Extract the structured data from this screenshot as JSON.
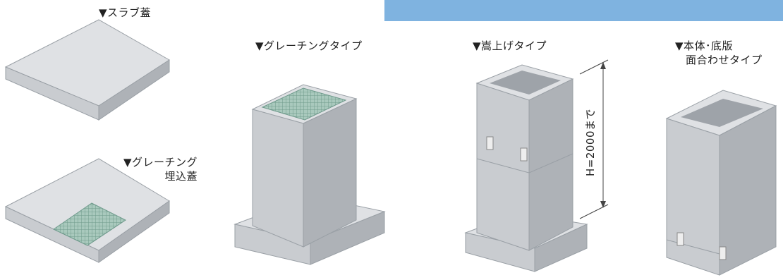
{
  "labels": {
    "slab_lid": "▼スラブ蓋",
    "grating_embedded_line1": "▼グレーチング",
    "grating_embedded_line2": "埋込蓋",
    "grating_type": "▼グレーチングタイプ",
    "raised_type": "▼嵩上げタイプ",
    "body_base_line1": "▼本体･底版",
    "body_base_line2": "面合わせタイプ",
    "height_dimension": "H=2000まで"
  },
  "colors": {
    "banner": "#7fb3e0",
    "concrete_top": "#dfe1e4",
    "concrete_front": "#c9ccd0",
    "concrete_side": "#aeb2b7",
    "grating": "#a9c9bd"
  }
}
